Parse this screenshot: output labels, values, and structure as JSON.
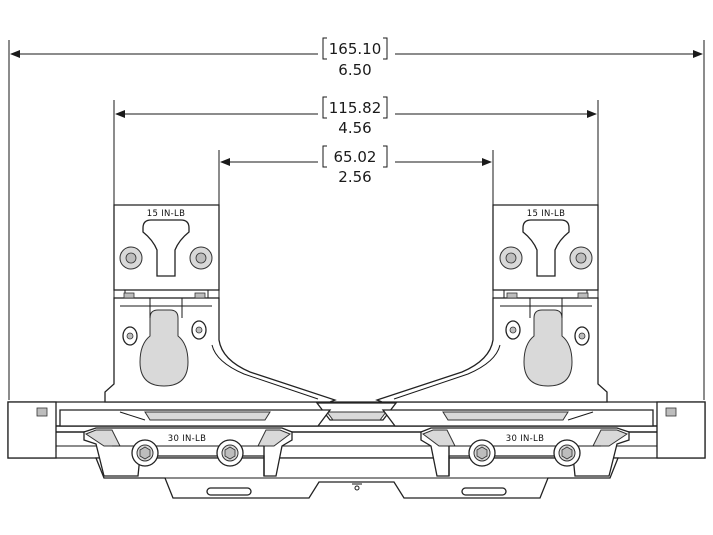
{
  "dimensions": {
    "overall": {
      "metric": "165.10",
      "imperial": "6.50"
    },
    "ring_spacing_outer": {
      "metric": "115.82",
      "imperial": "4.56"
    },
    "ring_spacing_inner": {
      "metric": "65.02",
      "imperial": "2.56"
    }
  },
  "torque_labels": {
    "ring_left": "15 IN-LB",
    "ring_right": "15 IN-LB",
    "clamp_left": "30 IN-LB",
    "clamp_right": "30 IN-LB"
  },
  "colors": {
    "line": "#1a1a1a",
    "shade": "#d9d9d9",
    "background": "#ffffff"
  }
}
